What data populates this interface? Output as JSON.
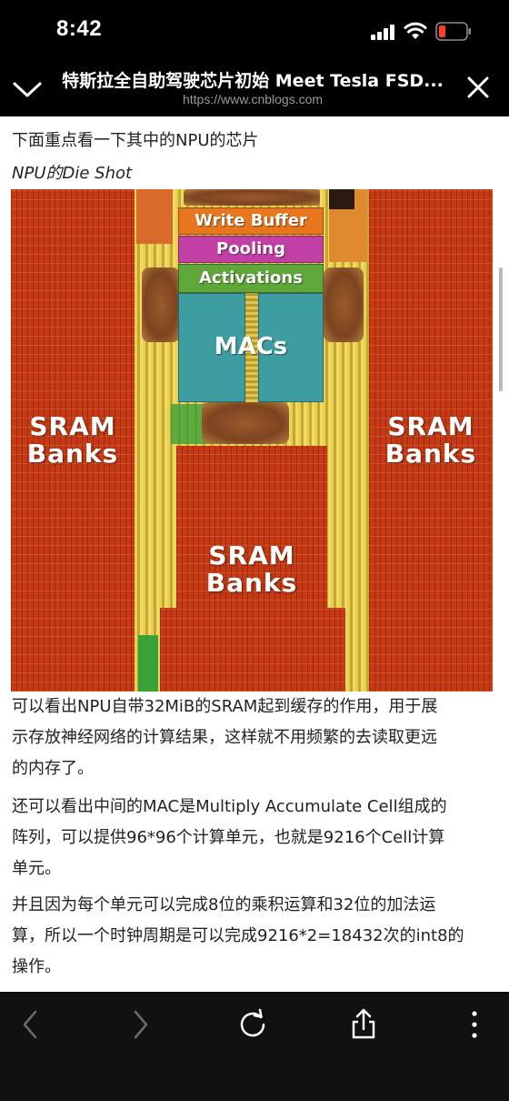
{
  "status_bar": {
    "time": "8:42"
  },
  "header": {
    "title": "特斯拉全自助驾驶芯片初始 Meet Tesla FSD...",
    "url": "https://www.cnblogs.com"
  },
  "article": {
    "intro": "下面重点看一下其中的NPU的芯片",
    "caption": "NPU的Die Shot",
    "figure": {
      "labels": {
        "write_buffer": "Write Buffer",
        "pooling": "Pooling",
        "activations": "Activations",
        "macs": "MACs",
        "sram_line1": "SRAM",
        "sram_line2": "Banks"
      },
      "colors": {
        "sram": "#c53a15",
        "write_buffer": "#e8761c",
        "pooling": "#c23fa5",
        "activations": "#5fa73a",
        "macs": "#3e9da1"
      }
    },
    "paragraphs": [
      [
        "可以看出NPU自带32MiB的SRAM起到缓存的作用，用于展",
        "示存放神经网络的计算结果，这样就不用频繁的去读取更远",
        "的内存了。"
      ],
      [
        "还可以看出中间的MAC是Multiply Accumulate Cell组成的",
        "阵列，可以提供96*96个计算单元，也就是9216个Cell计算",
        "单元。"
      ],
      [
        "并且因为每个单元可以完成8位的乘积运算和32位的加法运",
        "算，所以一个时钟周期是可以完成9216*2=18432次的int8的",
        "操作。"
      ]
    ]
  },
  "toolbar": {
    "icons": [
      "back-icon",
      "forward-icon",
      "reload-icon",
      "share-icon",
      "more-icon"
    ]
  }
}
